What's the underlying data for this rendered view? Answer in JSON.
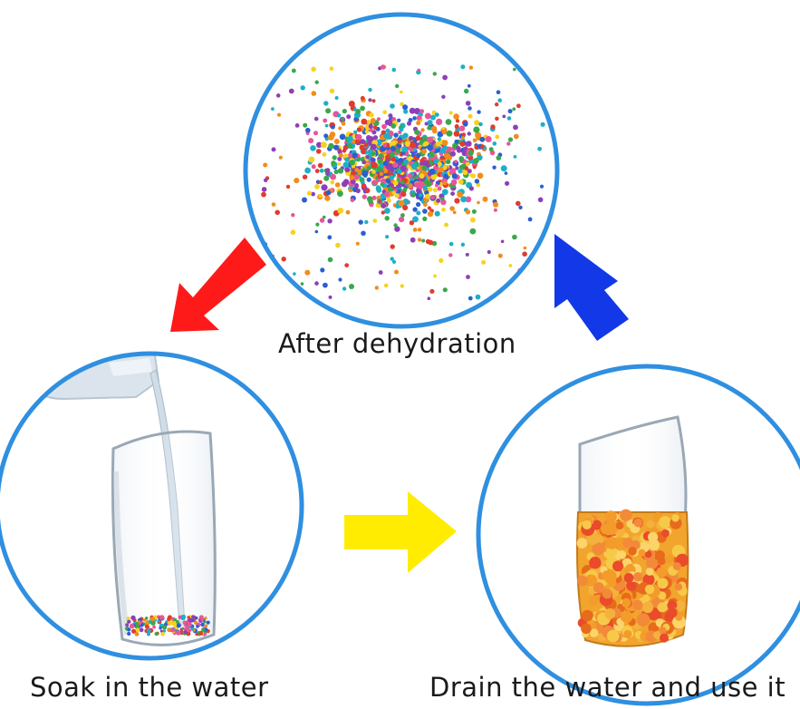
{
  "steps": {
    "dehydrated": {
      "label": "After dehydration"
    },
    "soak": {
      "label": "Soak in the water"
    },
    "drain": {
      "label": "Drain the water and use it"
    }
  },
  "colors": {
    "circle_border": "#2f8fe0",
    "arrow_red": "#ff1a1a",
    "arrow_blue": "#1238e8",
    "arrow_yellow": "#ffec00",
    "bead_palette": [
      "#e23b2e",
      "#f28c1b",
      "#f7d21e",
      "#3aa84a",
      "#2b5fd0",
      "#8e3fb8",
      "#1bb0c8",
      "#e8559a"
    ]
  },
  "icons": {
    "arrow_top_to_left": "red-arrow-icon",
    "arrow_left_to_right": "yellow-arrow-icon",
    "arrow_right_to_top": "blue-arrow-icon"
  }
}
